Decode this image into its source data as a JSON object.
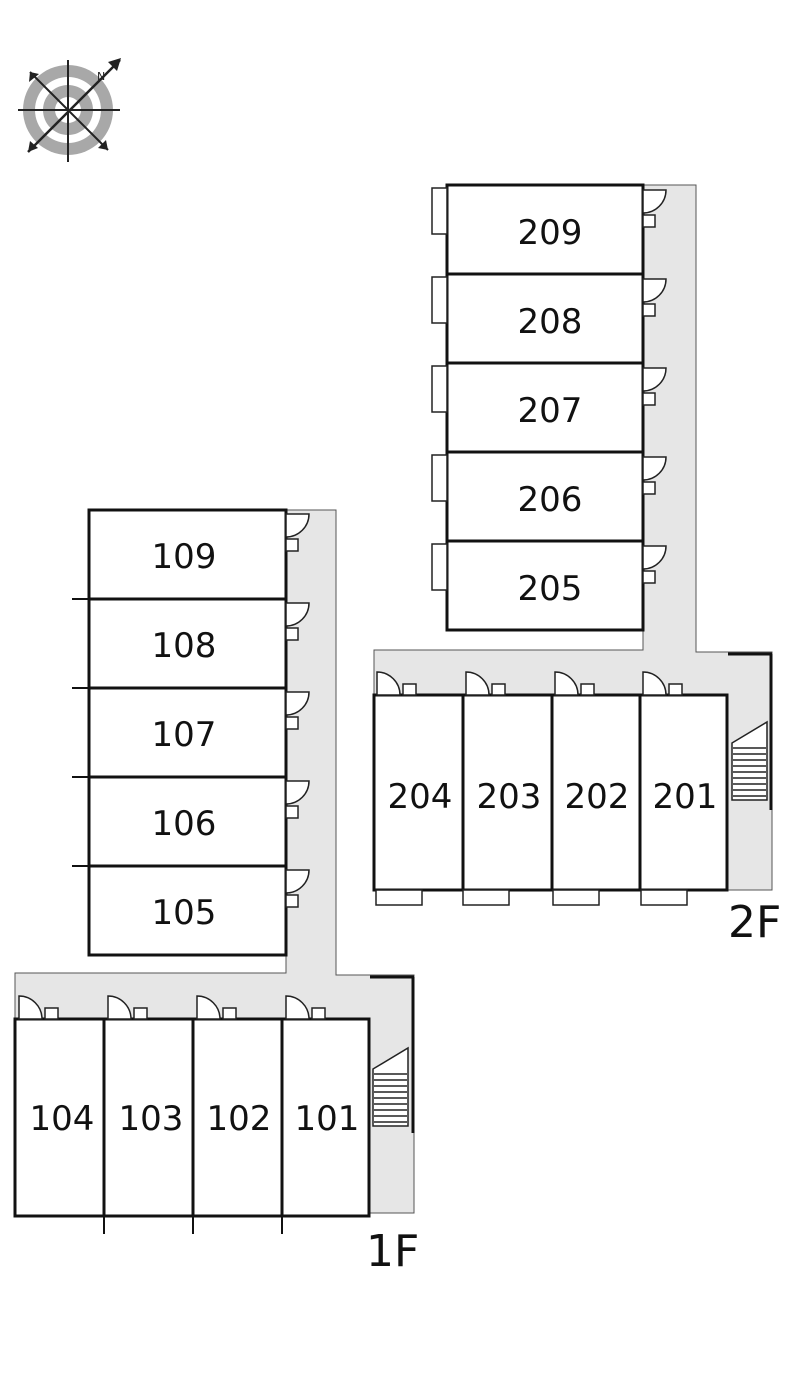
{
  "compass": {
    "icon": "compass-north-arrow-icon",
    "marker": "N"
  },
  "floors": [
    {
      "label": "2F",
      "wing_units": [
        "209",
        "208",
        "207",
        "206",
        "205"
      ],
      "row_units": [
        "204",
        "203",
        "202",
        "201"
      ],
      "has_stairs": true
    },
    {
      "label": "1F",
      "wing_units": [
        "109",
        "108",
        "107",
        "106",
        "105"
      ],
      "row_units": [
        "104",
        "103",
        "102",
        "101"
      ],
      "has_stairs": true
    }
  ],
  "colors": {
    "corridor": "#e6e6e6",
    "wall": "#111111",
    "compass_ring": "#9a9a9a"
  }
}
